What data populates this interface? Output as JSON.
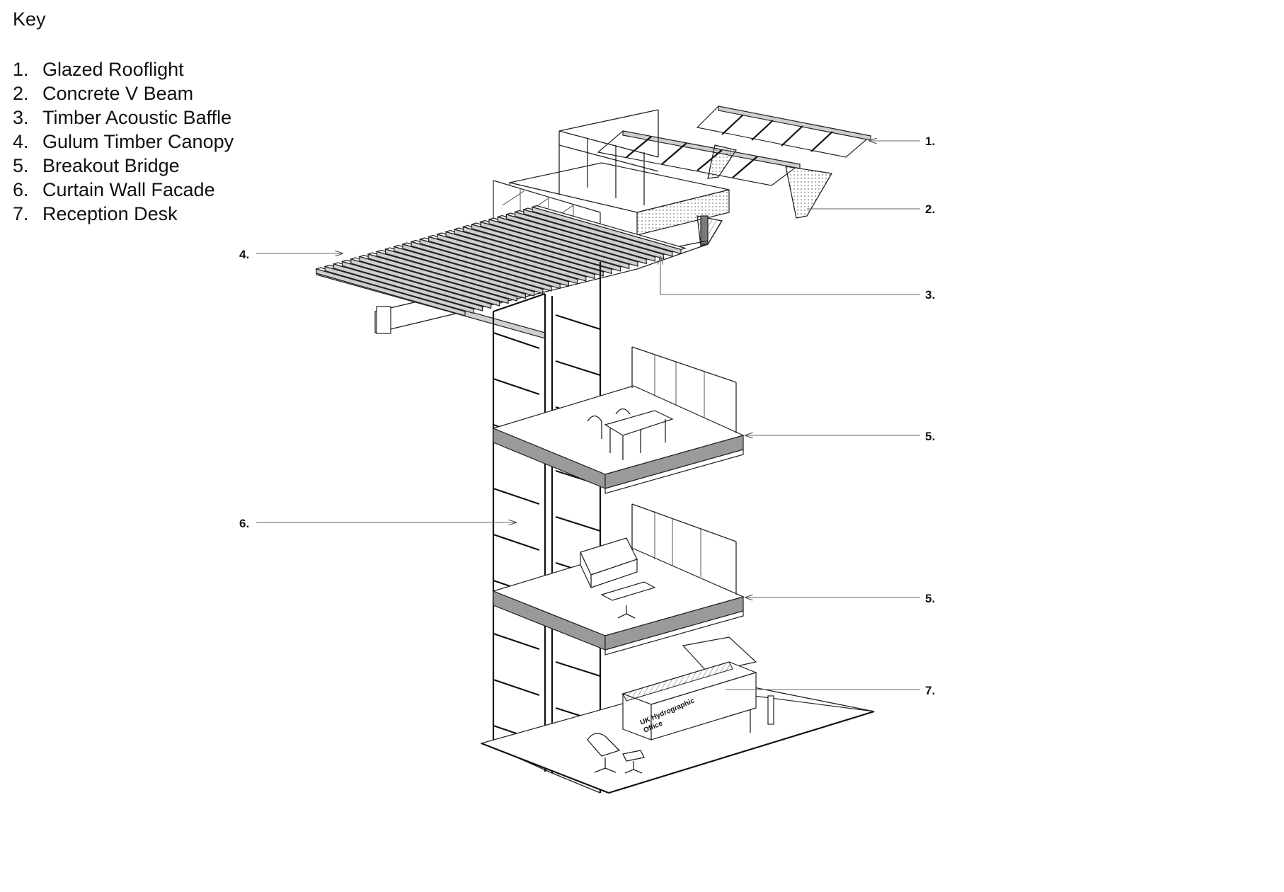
{
  "key": {
    "title": "Key",
    "items": [
      {
        "number": "1.",
        "label": "Glazed Rooflight"
      },
      {
        "number": "2.",
        "label": "Concrete V Beam"
      },
      {
        "number": "3.",
        "label": "Timber Acoustic Baffle"
      },
      {
        "number": "4.",
        "label": "Gulum Timber Canopy"
      },
      {
        "number": "5.",
        "label": "Breakout Bridge"
      },
      {
        "number": "6.",
        "label": "Curtain Wall Facade"
      },
      {
        "number": "7.",
        "label": "Reception Desk"
      }
    ]
  },
  "callouts": {
    "c1": "1.",
    "c2": "2.",
    "c3": "3.",
    "c4": "4.",
    "c5a": "5.",
    "c5b": "5.",
    "c6": "6.",
    "c7": "7."
  },
  "reception_desk_sign": {
    "line1": "UK Hydrographic",
    "line2": "Office"
  }
}
